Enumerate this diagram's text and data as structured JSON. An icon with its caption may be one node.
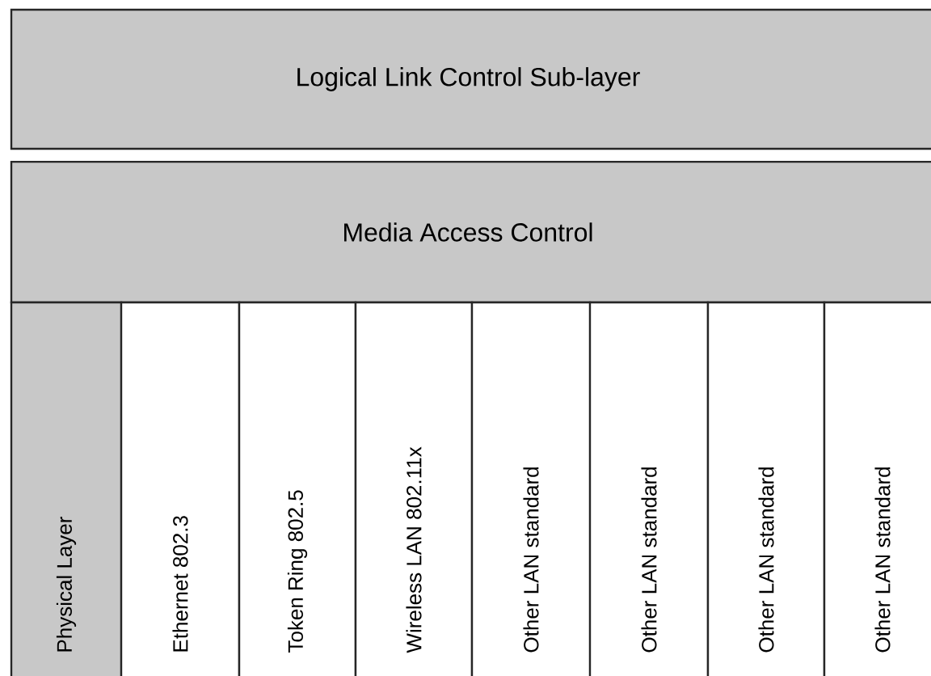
{
  "diagram": {
    "nodes": [
      {
        "text": [
          "Logical Link Control Sub-layer"
        ]
      },
      {
        "text": [
          "Media Access Control"
        ]
      },
      {
        "text": [
          "Physical Layer"
        ]
      },
      {
        "text": [
          "Ethernet 802.3"
        ]
      },
      {
        "text": [
          "Token Ring 802.5"
        ]
      },
      {
        "text": [
          "Wireless LAN 802.11x"
        ]
      },
      {
        "text": [
          "Other LAN standard"
        ]
      },
      {
        "text": [
          "Other LAN standard"
        ]
      },
      {
        "text": [
          "Other LAN standard"
        ]
      },
      {
        "text": [
          "Other LAN standard"
        ]
      }
    ]
  }
}
